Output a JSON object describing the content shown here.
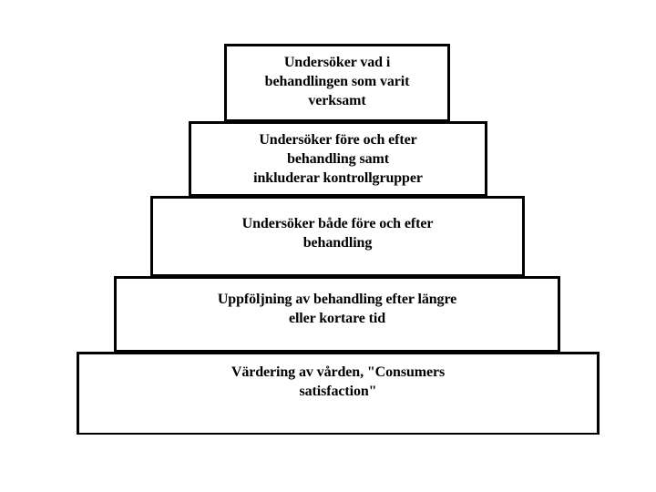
{
  "diagram": {
    "type": "stepped-pyramid",
    "orientation": "narrow-top-to-wide-bottom",
    "tier_count": 5,
    "tiers": [
      {
        "level": 1,
        "position": "top",
        "label": "Undersöker vad i\nbehandlingen som varit\nverksamt"
      },
      {
        "level": 2,
        "position": "upper-middle",
        "label": "Undersöker före och efter\nbehandling samt\ninkluderar kontrollgrupper"
      },
      {
        "level": 3,
        "position": "middle",
        "label": "Undersöker både före och efter\nbehandling"
      },
      {
        "level": 4,
        "position": "lower-middle",
        "label": "Uppföljning av behandling efter längre\neller kortare tid"
      },
      {
        "level": 5,
        "position": "base",
        "label": "Värdering av vården, \"Consumers\nsatisfaction\""
      }
    ],
    "colors": {
      "background": "#ffffff",
      "box_fill": "#ffffff",
      "border": "#000000",
      "text": "#000000"
    }
  }
}
